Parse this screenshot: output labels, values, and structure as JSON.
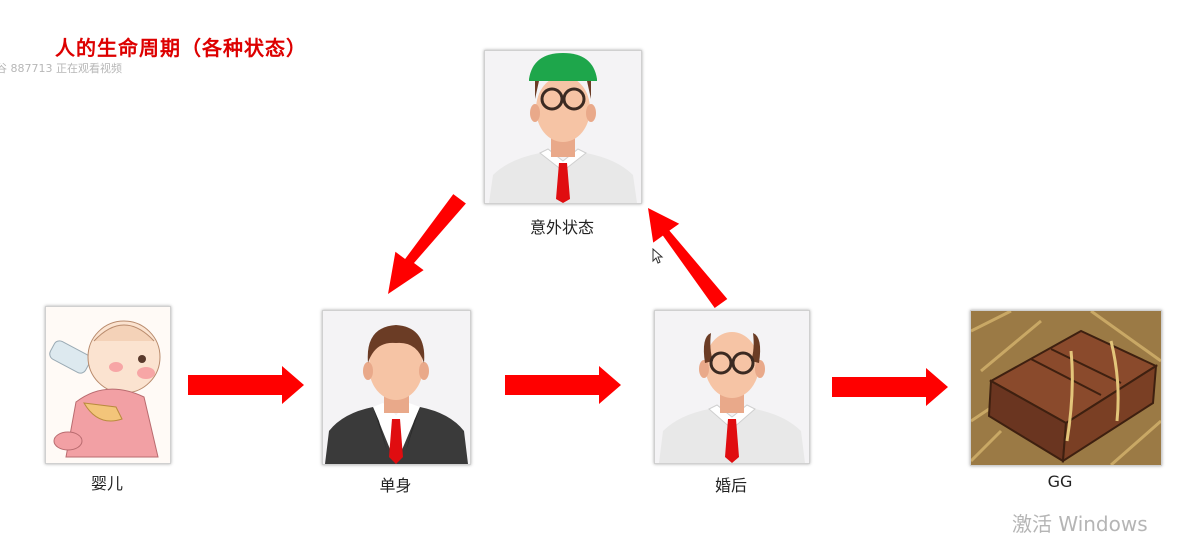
{
  "title": "人的生命周期（各种状态）",
  "viewer_notice": "谷 887713 正在观看视频",
  "nodes": {
    "infant": {
      "label": "婴儿",
      "image": "baby-drinking-bottle"
    },
    "single": {
      "label": "单身",
      "image": "man-in-suit"
    },
    "married": {
      "label": "婚后",
      "image": "balding-man-with-glasses"
    },
    "accident": {
      "label": "意外状态",
      "image": "man-with-green-hat"
    },
    "gg": {
      "label": "GG",
      "image": "wooden-coffin-in-wheat"
    }
  },
  "edges": [
    {
      "from": "婴儿",
      "to": "单身"
    },
    {
      "from": "单身",
      "to": "婚后"
    },
    {
      "from": "婚后",
      "to": "GG"
    },
    {
      "from": "婚后",
      "to": "意外状态"
    },
    {
      "from": "意外状态",
      "to": "单身"
    }
  ],
  "watermark": "激活 Windows",
  "colors": {
    "arrow": "#ff0000",
    "title": "#dd0000"
  }
}
